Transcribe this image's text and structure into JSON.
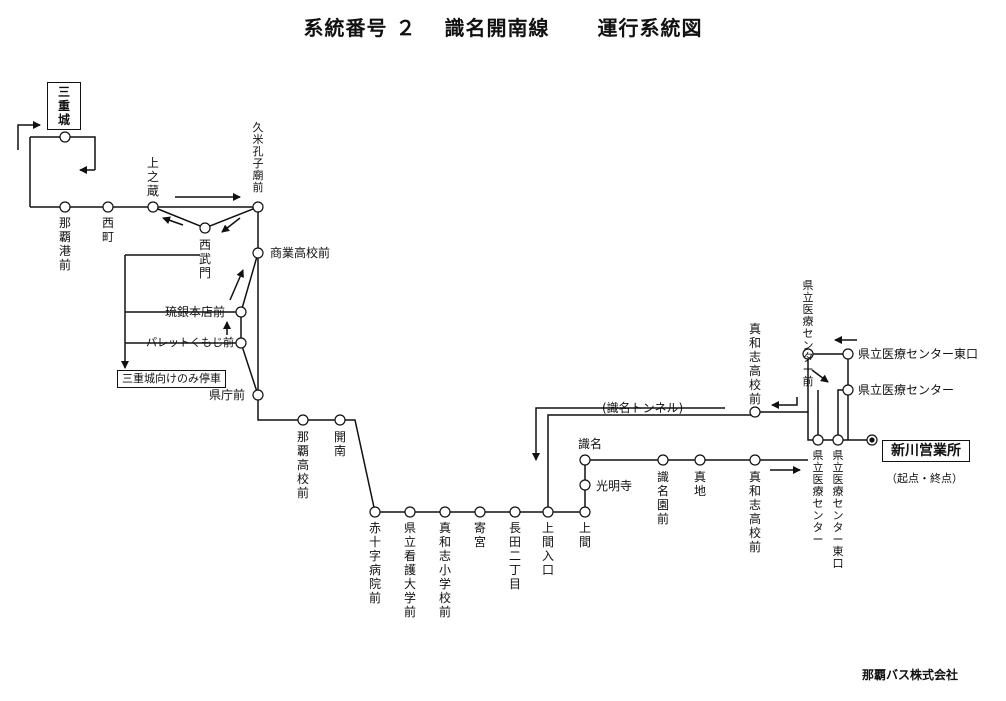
{
  "title": {
    "route_no": "系統番号 ２",
    "route_name": "識名開南線",
    "caption": "運行系統図"
  },
  "publisher": "那覇バス株式会社",
  "stops": {
    "mieshiro": "三重城",
    "naha_port": "那覇港前",
    "nishimachi": "西町",
    "kaminokura": "上之蔵",
    "kume_koshibyo": "久米孔子廟前",
    "nishi_mon": "西武門",
    "shogyo_koko": "商業高校前",
    "ryugin_honten": "琉銀本店前",
    "pallet_kumoji": "パレットくもじ前",
    "kencho": "県庁前",
    "naha_koko": "那覇高校前",
    "kainan": "開南",
    "sekijuji": "赤十字病院前",
    "kango_daigaku": "県立看護大学前",
    "mawashi_shogakko": "真和志小学校前",
    "yorimiya": "寄宮",
    "nagata": "長田二丁目",
    "uema_iriguchi": "上間入口",
    "uema": "上間",
    "shikina": "識名",
    "komyoji": "光明寺",
    "shikinaen": "識名園前",
    "machi": "真地",
    "mawashi_koko_lower": "真和志高校前",
    "mawashi_koko_upper": "真和志高校前",
    "iryo_center_mae": "県立医療センター前",
    "iryo_center_higashi": "県立医療センター東口",
    "iryo_center": "県立医療センター",
    "iryo_center_v1": "県立医療センター",
    "iryo_center_v2": "県立医療センター東口",
    "shinkawa_office": "新川営業所"
  },
  "notes": {
    "mieshiro_only": "三重城向けのみ停車",
    "tunnel": "(識名トンネル)",
    "origin_terminal": "（起点・終点）"
  },
  "colors": {
    "line": "#111111",
    "background": "#ffffff"
  }
}
